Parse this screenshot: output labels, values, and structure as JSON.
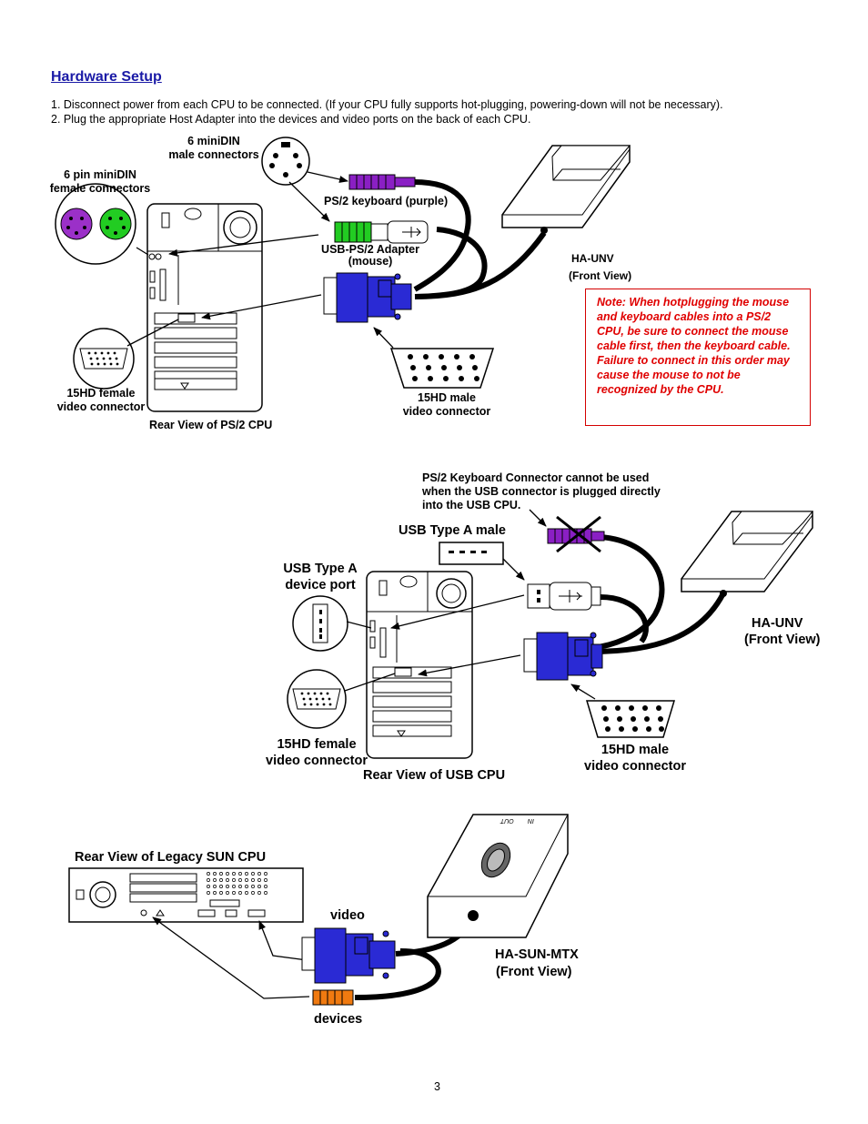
{
  "page": {
    "heading": "Hardware Setup",
    "steps": [
      "1.  Disconnect power from each CPU to be connected. (If your CPU fully supports hot-plugging, powering-down will not be necessary).",
      "2.  Plug the appropriate Host Adapter into the devices and video ports on the back of each CPU."
    ],
    "page_number": "3"
  },
  "diagram1": {
    "label_6minidin_male": "6 miniDIN\nmale connectors",
    "label_6pin_female": "6 pin miniDIN\nfemale connectors",
    "label_ps2_keyboard": "PS/2 keyboard (purple)",
    "label_usb_ps2_adapter": "USB-PS/2 Adapter\n(mouse)",
    "label_ha_unv": "HA-UNV",
    "label_front_view": "(Front View)",
    "label_15hd_female": "15HD female\nvideo connector",
    "label_15hd_male": "15HD male\nvideo connector",
    "label_rear_view": "Rear View of PS/2 CPU",
    "note": "Note: When hotplugging the mouse and keyboard cables into a PS/2 CPU,  be sure to connect the mouse cable first, then the keyboard cable.   Failure to connect in this order may cause the mouse to not be recognized by the CPU."
  },
  "diagram2": {
    "label_ps2_warning": "PS/2 Keyboard Connector cannot be used\nwhen the USB connector is plugged directly\ninto the USB CPU.",
    "label_usb_type_a_male": "USB Type A male",
    "label_usb_type_a_port": "USB Type A\ndevice port",
    "label_ha_unv": "HA-UNV",
    "label_front_view": "(Front View)",
    "label_15hd_female": "15HD female\nvideo connector",
    "label_15hd_male": "15HD male\nvideo connector",
    "label_rear_view": "Rear View of USB CPU"
  },
  "diagram3": {
    "label_rear_view": "Rear View of Legacy SUN CPU",
    "label_video": "video",
    "label_devices": "devices",
    "label_ha_sun_mtx": "HA-SUN-MTX",
    "label_front_view": "(Front View)",
    "label_in": "IN",
    "label_out": "OUT"
  },
  "colors": {
    "heading": "#1a1aa6",
    "note_red": "#e00000",
    "vga_blue": "#2a2ad4",
    "ps2_purple": "#8a1fc4",
    "ps2_green": "#22cc22",
    "sun_orange": "#f07a10"
  }
}
